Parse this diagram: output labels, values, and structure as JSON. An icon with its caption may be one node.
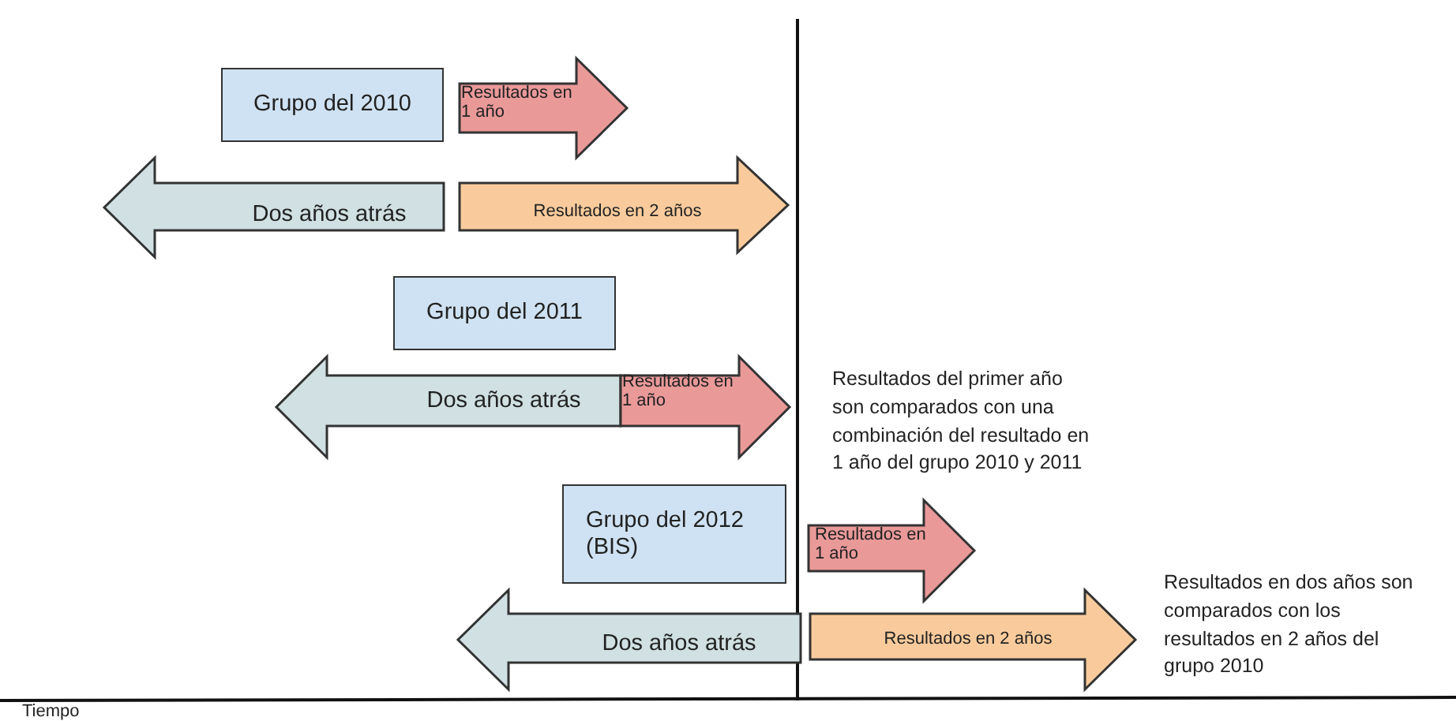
{
  "diagram": {
    "nodes": [
      {
        "text": [
          "Grupo del 2010"
        ]
      },
      {
        "text": [
          "Resultados en 1 año"
        ]
      },
      {
        "text": [
          "Dos años atrás"
        ]
      },
      {
        "text": [
          "Resultados en 2 años"
        ]
      },
      {
        "text": [
          "Grupo del 2011"
        ]
      },
      {
        "text": [
          "Dos años atrás"
        ]
      },
      {
        "text": [
          "Resultados en 1 año"
        ]
      },
      {
        "text": [
          "Grupo del 2012 (BIS)"
        ]
      },
      {
        "text": [
          "Resultados en 1 año"
        ]
      },
      {
        "text": [
          "Dos años atrás"
        ]
      },
      {
        "text": [
          "Resultados en 2 años"
        ]
      }
    ],
    "labels": [
      "Resultados del primer año son comparados con una combinación del resultado en 1 año del grupo 2010 y 2011",
      "Resultados en dos años son comparados con los resultados en 2 años del grupo 2010",
      "Tiempo"
    ]
  }
}
